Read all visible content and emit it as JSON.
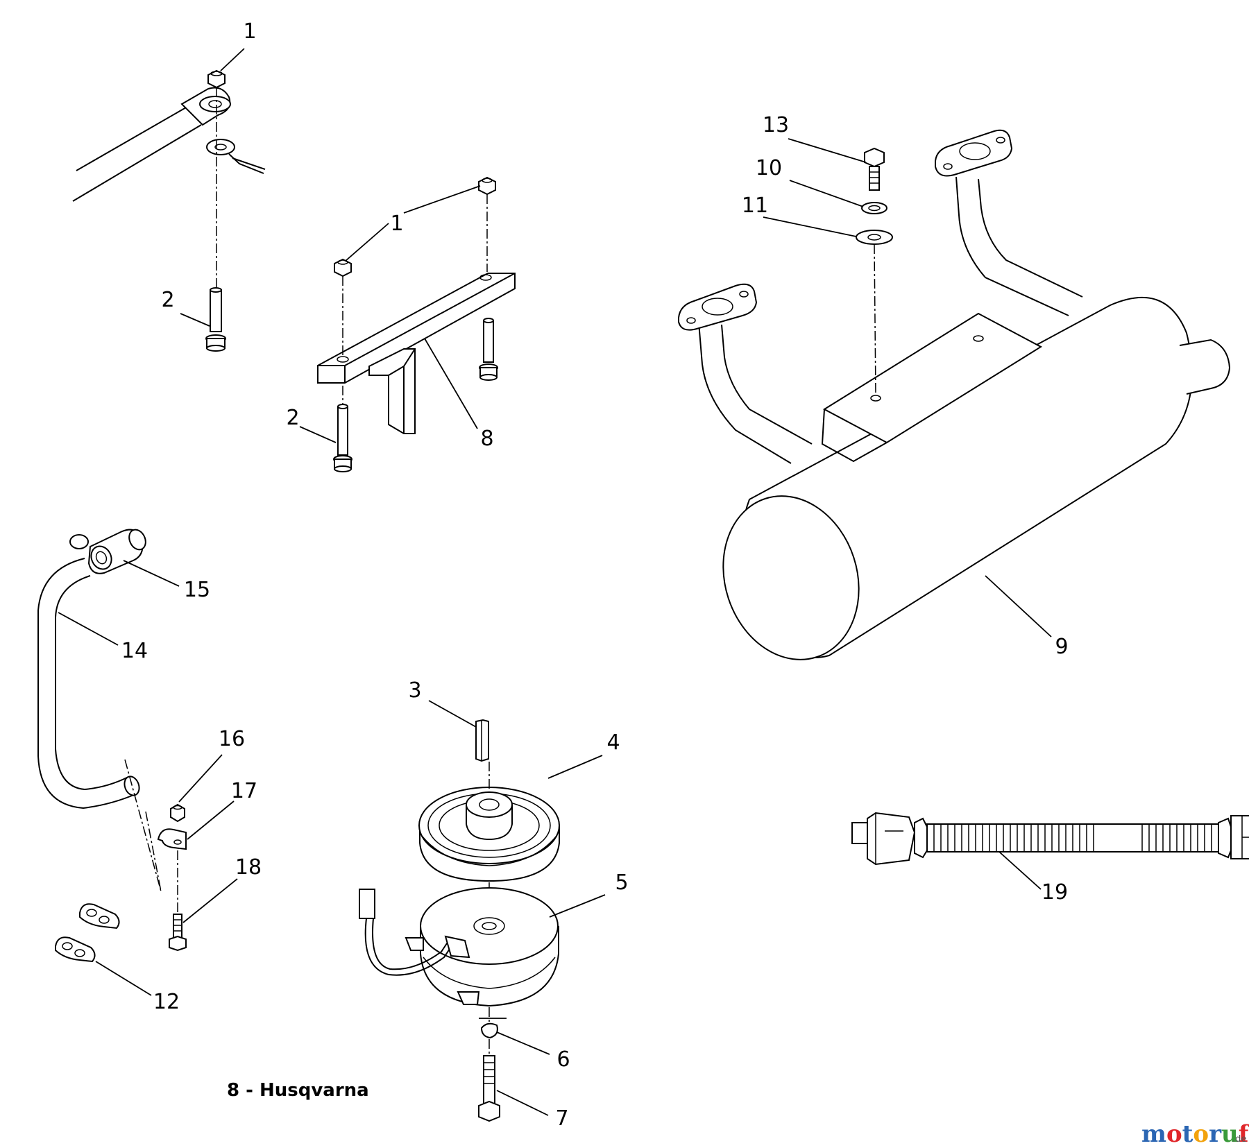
{
  "callouts": {
    "c1a": "1",
    "c1b": "1",
    "c2a": "2",
    "c2b": "2",
    "c3": "3",
    "c4": "4",
    "c5": "5",
    "c6": "6",
    "c7": "7",
    "c8": "8",
    "c9": "9",
    "c10": "10",
    "c11": "11",
    "c12": "12",
    "c13": "13",
    "c14": "14",
    "c15": "15",
    "c16": "16",
    "c17": "17",
    "c18": "18",
    "c19": "19"
  },
  "note": "8 - Husqvarna",
  "watermark": {
    "letters": [
      "m",
      "o",
      "t",
      "o",
      "r",
      "u",
      "f"
    ],
    "letter_colors": [
      "#2b66b3",
      "#e0262a",
      "#2b66b3",
      "#f2a20c",
      "#2b66b3",
      "#3a9a3a",
      "#e0262a"
    ],
    "suffix": ".de"
  }
}
